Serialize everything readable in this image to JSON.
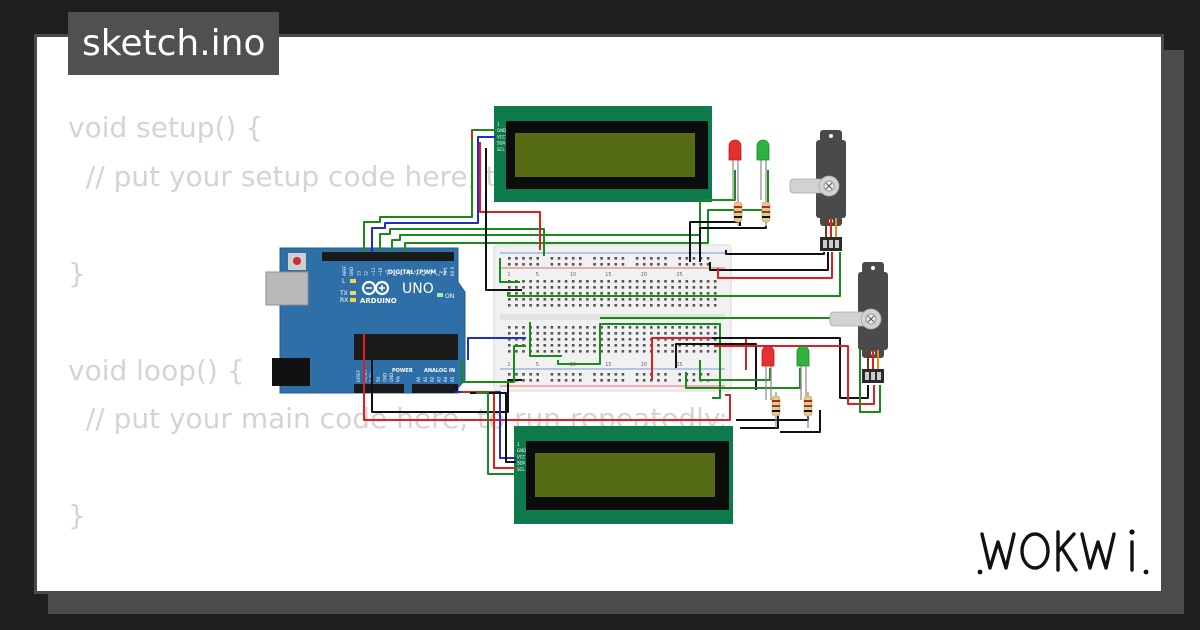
{
  "file_tab": {
    "label": "sketch.ino"
  },
  "code_lines": [
    "void setup() {",
    "  // put your setup code here, to run once:",
    "",
    "}",
    "",
    "void loop() {",
    "  // put your main code here, to run repeatedly:",
    "",
    "}"
  ],
  "arduino": {
    "model": "UNO",
    "brand": "ARDUINO",
    "digital_header": "DIGITAL (PWM ~)",
    "analog_header": "ANALOG IN",
    "power_header": "POWER",
    "on_label": "ON",
    "led_l": "L",
    "led_tx": "TX",
    "led_rx": "RX",
    "pin_labels_top": [
      "AREF",
      "GND",
      "13",
      "12",
      "~11",
      "~10",
      "~9",
      "8",
      "7",
      "~6",
      "~5",
      "4",
      "~3",
      "2",
      "TX 1",
      "RX 0"
    ],
    "pin_labels_power": [
      "IOREF",
      "RESET",
      "3.3V",
      "5V",
      "GND",
      "GND",
      "Vin"
    ],
    "pin_labels_analog": [
      "A0",
      "A1",
      "A2",
      "A3",
      "A4",
      "A5"
    ]
  },
  "breadboard": {
    "column_labels": [
      "1",
      "5",
      "10",
      "15",
      "20",
      "25"
    ]
  },
  "lcd_pins": [
    "1",
    "GND",
    "VCC",
    "SDA",
    "SCL"
  ],
  "brand": {
    "name": "WOKWI"
  },
  "colors": {
    "background": "#1f1f1f",
    "card": "#ffffff",
    "tab": "#505050",
    "code_text": "#d4d4d4",
    "arduino_board": "#2e6fa7",
    "lcd_board": "#0f7a4c",
    "lcd_screen": "#556b14",
    "wire_red": "#e02020",
    "wire_green": "#1a8a1a",
    "wire_black": "#111111",
    "wire_blue": "#1d2fd0",
    "led_red": "#e53030",
    "led_green": "#30b040",
    "servo_body": "#4a4a4a"
  }
}
